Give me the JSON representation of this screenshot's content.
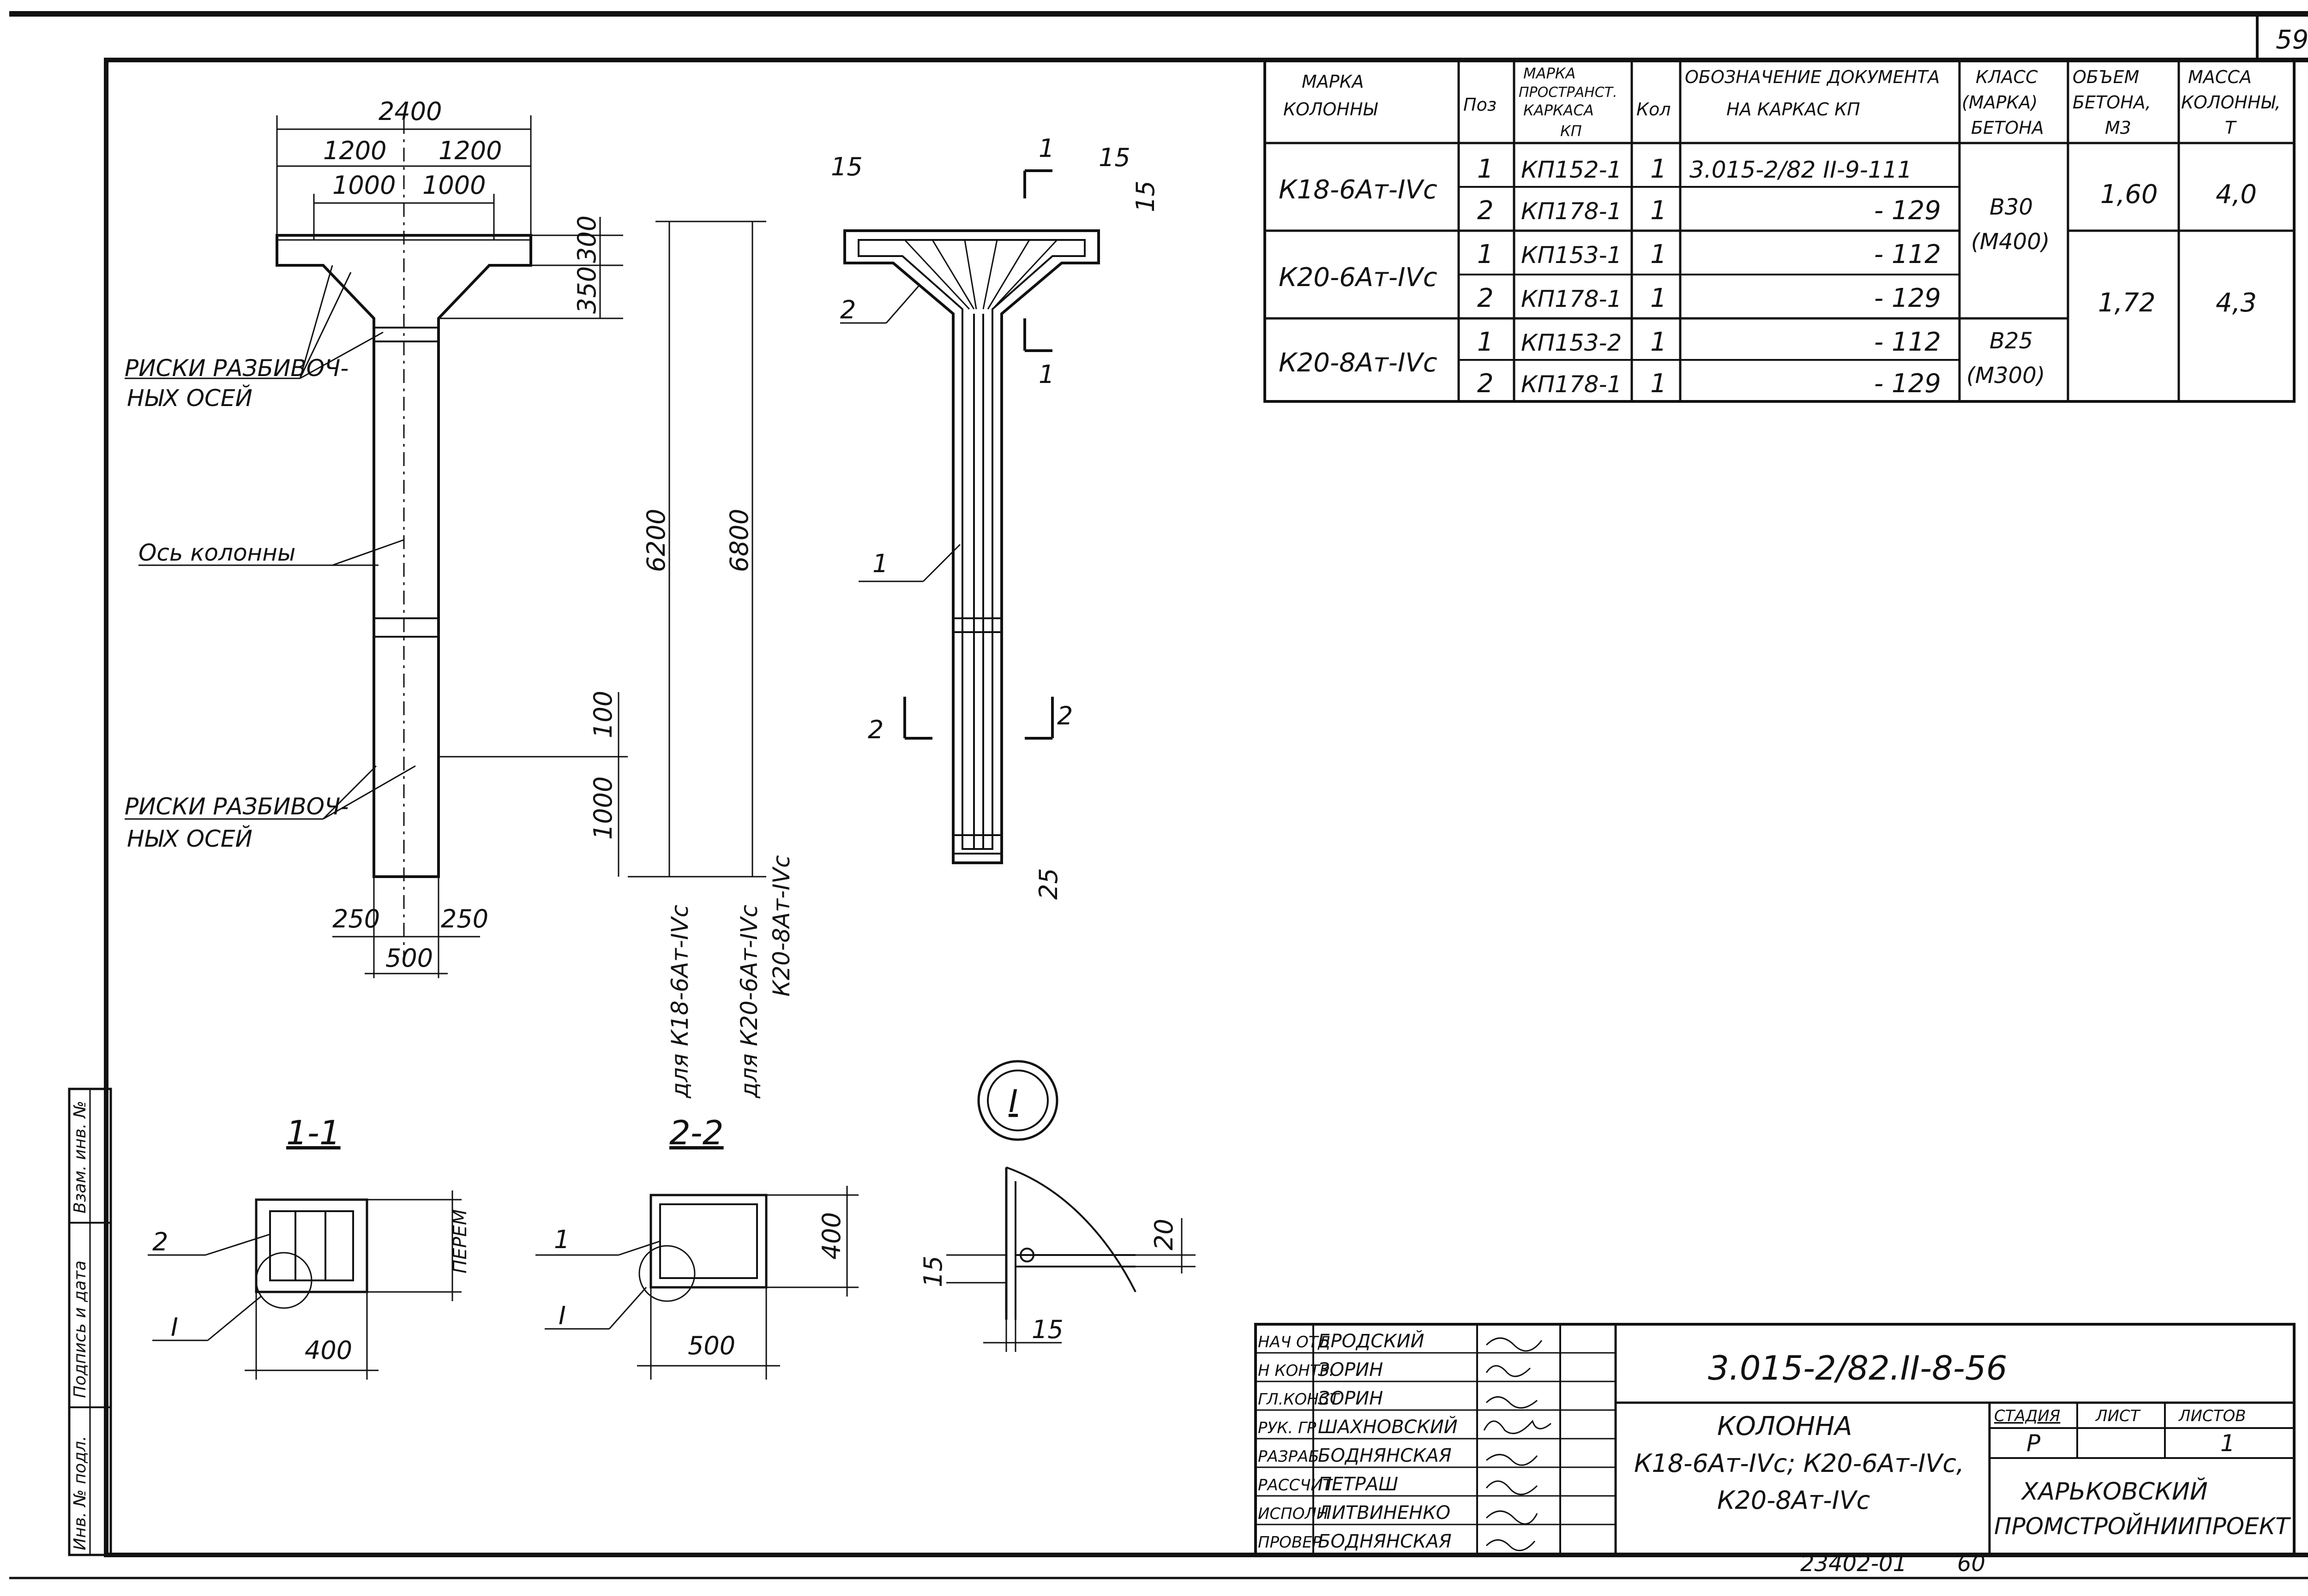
{
  "sheet_number": "59",
  "table": {
    "headers": {
      "mark": [
        "МАРКА",
        "КОЛОННЫ"
      ],
      "pos": "Поз",
      "frame_mark": [
        "МАРКА",
        "ПРОСТРАНСТ.",
        "КАРКАСА",
        "КП"
      ],
      "qty": "Кол",
      "doc": [
        "ОБОЗНАЧЕНИЕ ДОКУМЕНТА",
        "НА КАРКАС КП"
      ],
      "concrete": [
        "КЛАСС",
        "(МАРКА)",
        "БЕТОНА"
      ],
      "volume": [
        "ОБЪЕМ",
        "БЕТОНА,",
        "М3"
      ],
      "mass": [
        "МАССА",
        "КОЛОННЫ,",
        "Т"
      ]
    },
    "marks": [
      "К18-6Ат-IVс",
      "К20-6Ат-IVс",
      "К20-8Ат-IVс"
    ],
    "rows": [
      {
        "pos": "1",
        "frame": "КП152-1",
        "qty": "1",
        "doc": "3.015-2/82 II-9-111"
      },
      {
        "pos": "2",
        "frame": "КП178-1",
        "qty": "1",
        "doc": "- 129"
      },
      {
        "pos": "1",
        "frame": "КП153-1",
        "qty": "1",
        "doc": "- 112"
      },
      {
        "pos": "2",
        "frame": "КП178-1",
        "qty": "1",
        "doc": "- 129"
      },
      {
        "pos": "1",
        "frame": "КП153-2",
        "qty": "1",
        "doc": "- 112"
      },
      {
        "pos": "2",
        "frame": "КП178-1",
        "qty": "1",
        "doc": "- 129"
      }
    ],
    "concrete": [
      [
        "В30",
        "(М400)"
      ],
      [
        "В25",
        "(М300)"
      ]
    ],
    "volumes": [
      "1,60",
      "1,72"
    ],
    "masses": [
      "4,0",
      "4,3"
    ]
  },
  "elevation": {
    "dims": {
      "total_width": "2400",
      "half_left": "1200",
      "half_right": "1200",
      "inner_left": "1000",
      "inner_right": "1000",
      "h300": "300",
      "h350": "350",
      "h6200": "6200",
      "h6800": "6800",
      "h100": "100",
      "h1000": "1000",
      "w250_l": "250",
      "w250_r": "250",
      "w500": "500"
    },
    "label_risks_top": [
      "РИСКИ РАЗБИВОЧ-",
      "НЫХ ОСЕЙ"
    ],
    "label_axis": "Ось колонны",
    "label_risks_bottom": [
      "РИСКИ РАЗБИВОЧ-",
      "НЫХ ОСЕЙ"
    ],
    "note_k18": "для К18-6Ат-IVс",
    "note_k20": [
      "для К20-6Ат-IVс",
      "К20-8Ат-IVс"
    ]
  },
  "reinforcement": {
    "dim15_left": "15",
    "dim15_right": "15",
    "dim15_side": "15",
    "dim25": "25",
    "pos1": "1",
    "pos2": "2",
    "cut1_top": "1",
    "cut1_bottom": "1",
    "cut2_left": "2",
    "cut2_right": "2"
  },
  "section_1": {
    "title": "1-1",
    "pos2": "2",
    "node": "I",
    "width": "400",
    "side_note": "ПЕРЕМ"
  },
  "section_2": {
    "title": "2-2",
    "pos1": "1",
    "node": "I",
    "width": "500",
    "height": "400"
  },
  "node_detail": {
    "title": "I",
    "dim15_a": "15",
    "dim15_b": "15",
    "dim20": "20"
  },
  "titleblock": {
    "doc_code": "3.015-2/82.II-8-56",
    "title": [
      "КОЛОННА",
      "К18-6Ат-IVс; К20-6Ат-IVс,",
      "К20-8Ат-IVс"
    ],
    "stage_label": "СТАДИЯ",
    "sheet_label": "ЛИСТ",
    "sheets_label": "ЛИСТОВ",
    "stage": "Р",
    "sheet": "",
    "sheets": "1",
    "org": [
      "ХАРЬКОВСКИЙ",
      "ПРОМСТРОЙНИИПРОЕКТ"
    ],
    "signers": [
      {
        "role": "НАЧ ОТД",
        "name": "БРОДСКИЙ"
      },
      {
        "role": "Н КОНТР.",
        "name": "ЗОРИН"
      },
      {
        "role": "ГЛ.КОНСТ",
        "name": "ЗОРИН"
      },
      {
        "role": "РУК. ГР",
        "name": "ШАХНОВСКИЙ"
      },
      {
        "role": "РАЗРАБ",
        "name": "БОДНЯНСКАЯ"
      },
      {
        "role": "РАССЧИТ",
        "name": "ПЕТРАШ"
      },
      {
        "role": "ИСПОЛН",
        "name": "ЛИТВИНЕНКО"
      },
      {
        "role": "ПРОВЕР",
        "name": "БОДНЯНСКАЯ"
      }
    ]
  },
  "side_stamp": [
    "Инв. № подл.",
    "Подпись и дата",
    "Взам. инв. №"
  ],
  "bottom_code": "23402-01",
  "bottom_page": "60"
}
